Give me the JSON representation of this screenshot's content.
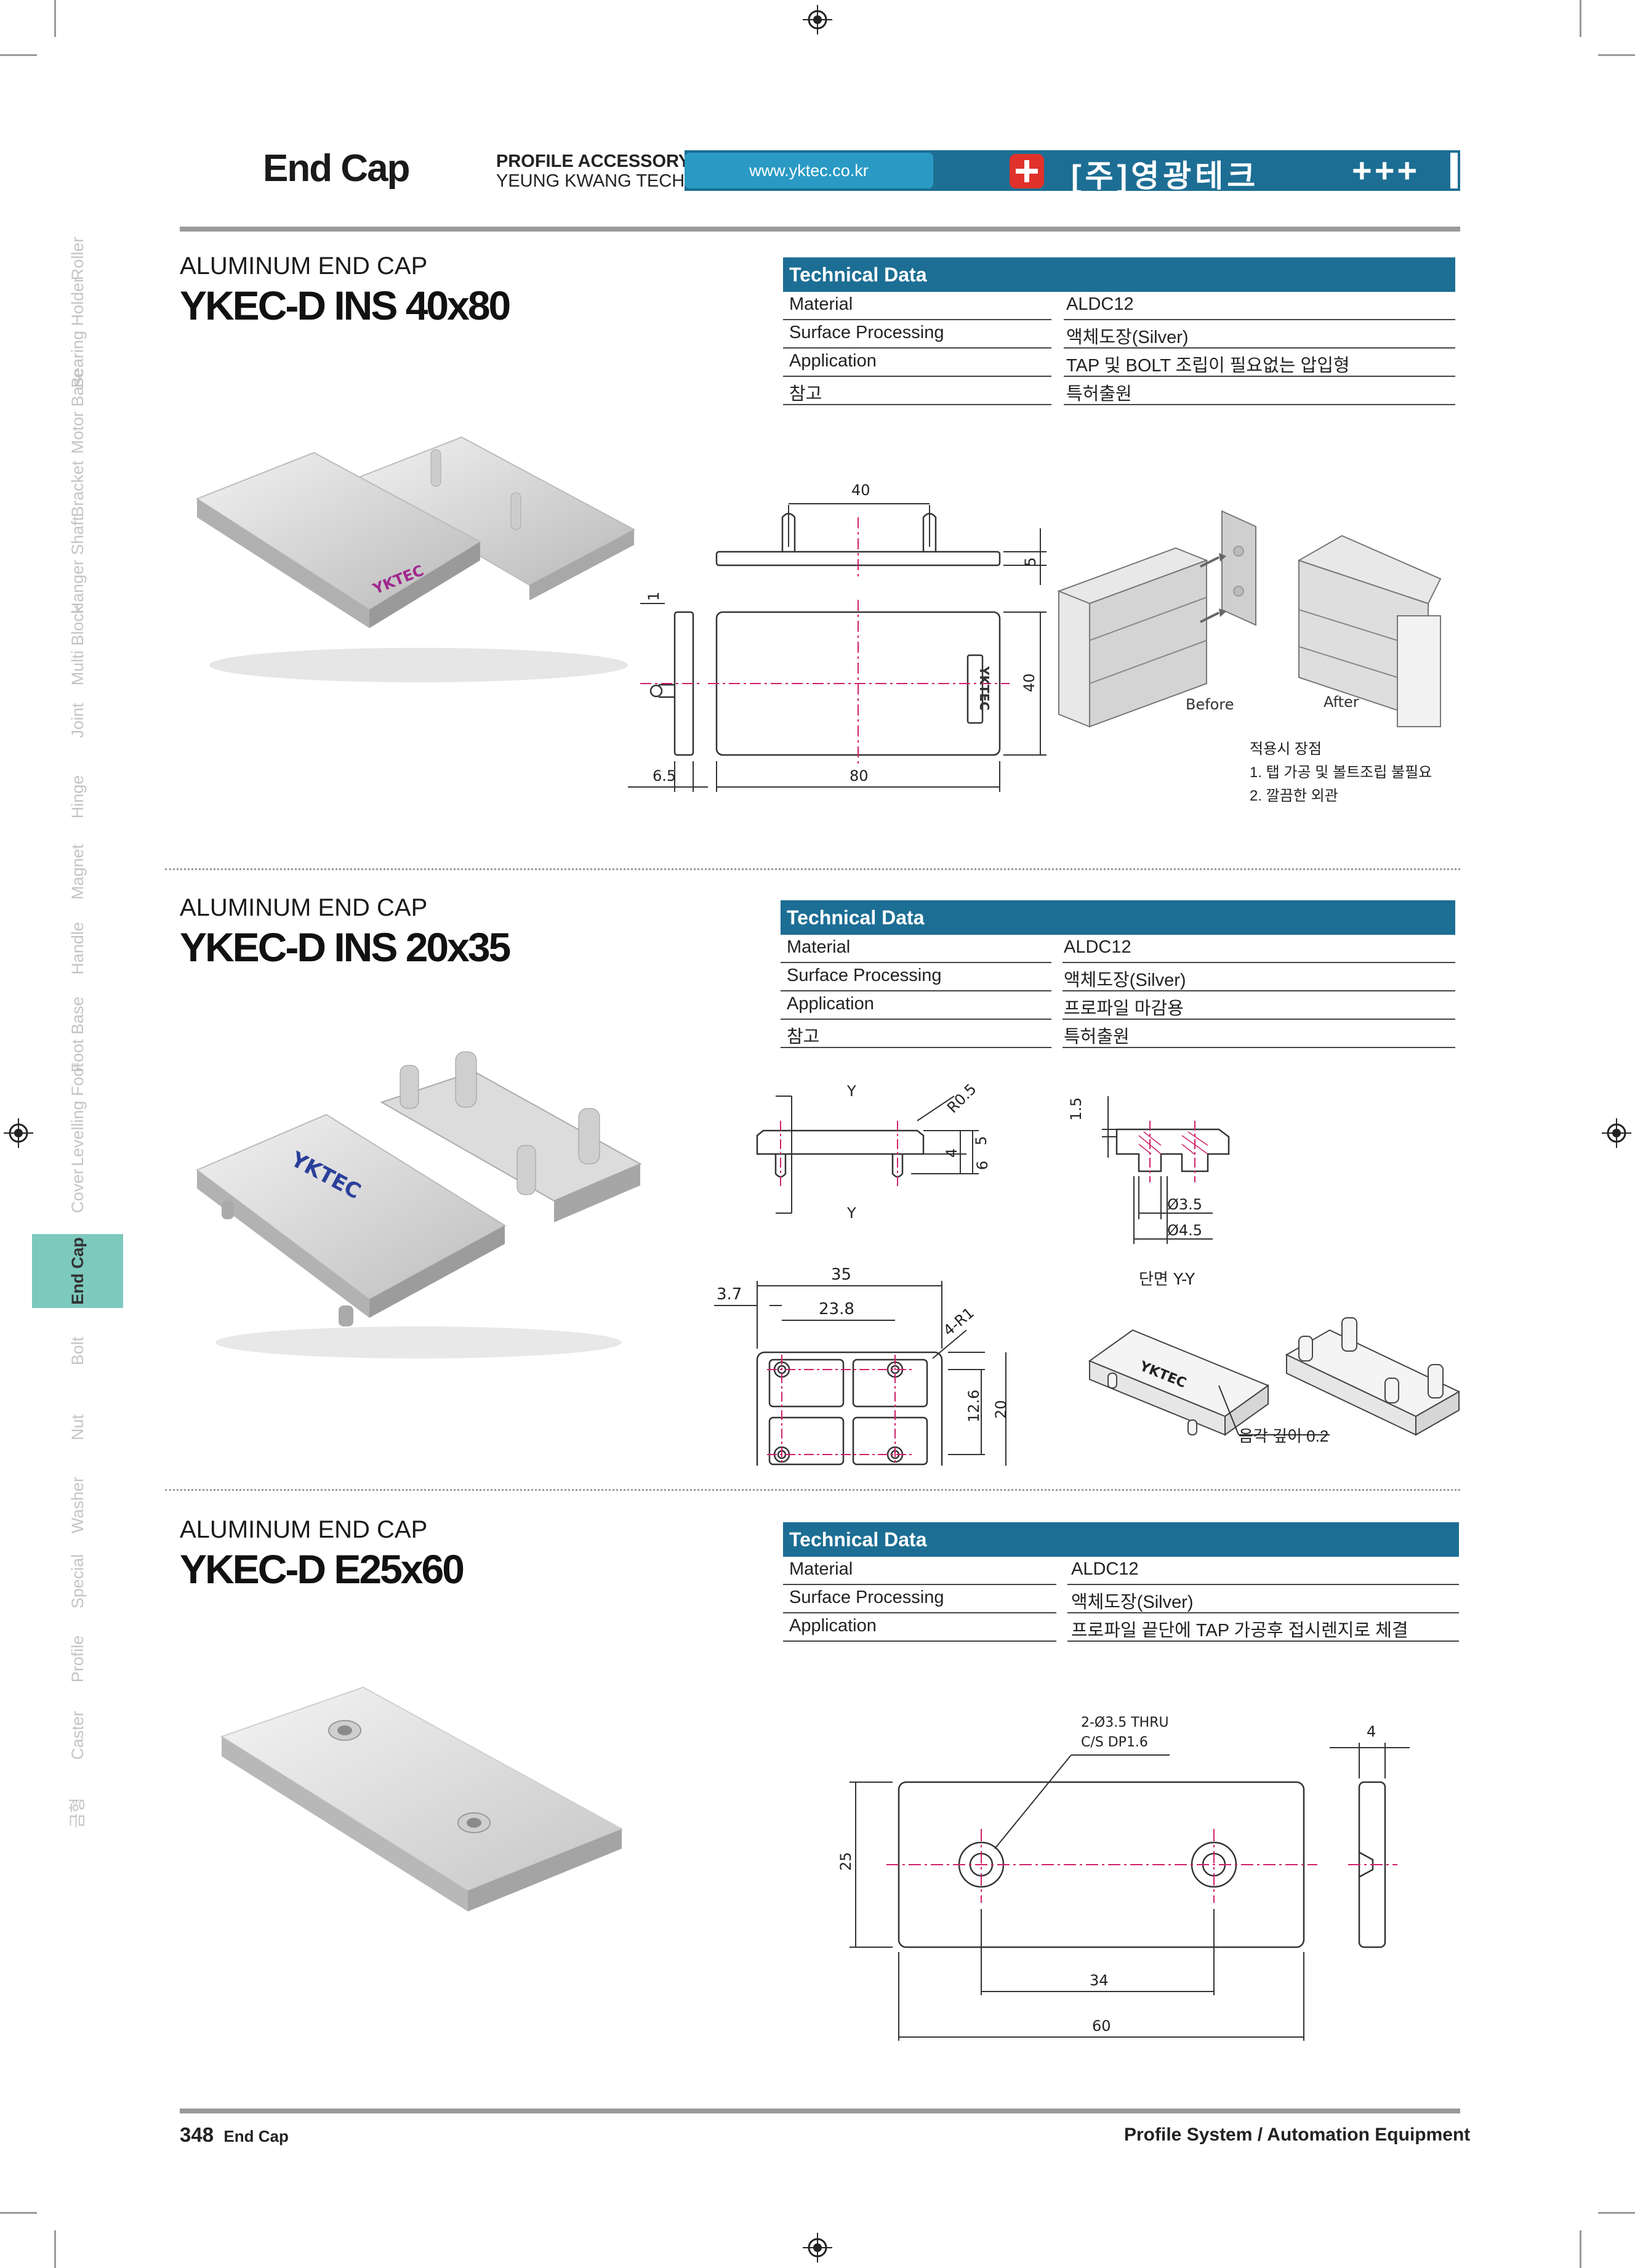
{
  "header": {
    "title": "End Cap",
    "sub1": "PROFILE ACCESSORY",
    "sub2": "YEUNG KWANG TECH",
    "url": "www.yktec.co.kr",
    "company": "[주]영광테크",
    "plus": "+++"
  },
  "side_tabs": [
    {
      "label": "Roller",
      "active": false
    },
    {
      "label": "Bearing Holder",
      "active": false
    },
    {
      "label": "Motor Base",
      "active": false
    },
    {
      "label": "Bracket",
      "active": false
    },
    {
      "label": "Hanger Shaft",
      "active": false
    },
    {
      "label": "Multi Block",
      "active": false
    },
    {
      "label": "Joint",
      "active": false
    },
    {
      "label": "Hinge",
      "active": false
    },
    {
      "label": "Magnet",
      "active": false
    },
    {
      "label": "Handle",
      "active": false
    },
    {
      "label": "Foot Base",
      "active": false
    },
    {
      "label": "Levelling Foot",
      "active": false
    },
    {
      "label": "Cover",
      "active": false
    },
    {
      "label": "End Cap",
      "active": true
    },
    {
      "label": "Bolt",
      "active": false
    },
    {
      "label": "Nut",
      "active": false
    },
    {
      "label": "Washer",
      "active": false
    },
    {
      "label": "Special",
      "active": false
    },
    {
      "label": "Profile",
      "active": false
    },
    {
      "label": "Caster",
      "active": false
    },
    {
      "label": "금형",
      "active": false
    }
  ],
  "products": [
    {
      "kind": "ALUMINUM END CAP",
      "model": "YKEC-D INS 40x80",
      "tech_title": "Technical Data",
      "rows": [
        {
          "k": "Material",
          "v": "ALDC12"
        },
        {
          "k": "Surface Processing",
          "v": "액체도장(Silver)"
        },
        {
          "k": "Application",
          "v": "TAP 및 BOLT 조립이 필요없는 압입형"
        },
        {
          "k": "참고",
          "v": "특허출원"
        }
      ],
      "photo_logo": "YKTEC",
      "dims": {
        "d40": "40",
        "d5": "5",
        "d1": "1",
        "d65": "6.5",
        "d80": "80",
        "d40v": "40",
        "logo": "YKTEC"
      },
      "before": "Before",
      "after": "After",
      "notes": [
        "적용시 장점",
        "1. 탭 가공 및 볼트조립 불필요",
        "2. 깔끔한 외관"
      ]
    },
    {
      "kind": "ALUMINUM END CAP",
      "model": "YKEC-D INS 20x35",
      "tech_title": "Technical Data",
      "rows": [
        {
          "k": "Material",
          "v": "ALDC12"
        },
        {
          "k": "Surface Processing",
          "v": "액체도장(Silver)"
        },
        {
          "k": "Application",
          "v": "프로파일 마감용"
        },
        {
          "k": "참고",
          "v": "특허출원"
        }
      ],
      "photo_logo": "YKTEC",
      "dims": {
        "y": "Y",
        "r05": "R0.5",
        "d4": "4",
        "d5": "5",
        "d6": "6",
        "d15": "1.5",
        "d35p": "Ø3.5",
        "d45": "Ø4.5",
        "section": "단면 Y-Y",
        "d37": "3.7",
        "d35": "35",
        "d238": "23.8",
        "r1": "4-R1",
        "d126": "12.6",
        "d20": "20",
        "depth": "음각 깊이 0.2",
        "logo": "YKTEC"
      }
    },
    {
      "kind": "ALUMINUM END CAP",
      "model": "YKEC-D E25x60",
      "tech_title": "Technical Data",
      "rows": [
        {
          "k": "Material",
          "v": "ALDC12"
        },
        {
          "k": "Surface Processing",
          "v": "액체도장(Silver)"
        },
        {
          "k": "Application",
          "v": "프로파일 끝단에 TAP 가공후 접시렌지로 체결"
        }
      ],
      "dims": {
        "hole1": "2-Ø3.5 THRU",
        "hole2": "C/S DP1.6",
        "d4": "4",
        "d25": "25",
        "d34": "34",
        "d60": "60"
      }
    }
  ],
  "footer": {
    "page": "348",
    "section": "End Cap",
    "right": "Profile System / Automation Equipment"
  }
}
